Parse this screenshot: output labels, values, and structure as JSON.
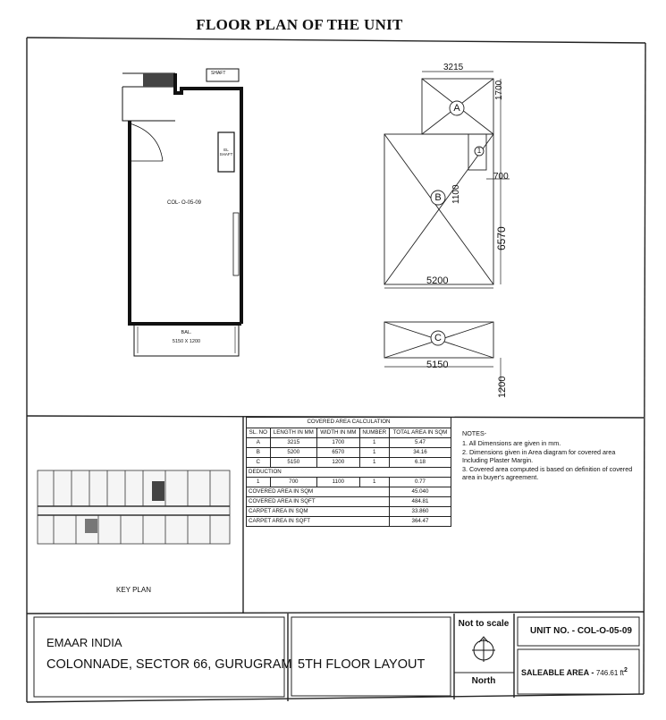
{
  "title": "FLOOR PLAN OF THE UNIT",
  "plan": {
    "unit_label": "COL- O-05-09",
    "shaft_label": "SHAFT",
    "el_shaft_label": "EL SHAFT",
    "balcony_label": "BAL.",
    "balcony_size": "5150 X 1200"
  },
  "area_diagram": {
    "areas": [
      "A",
      "B",
      "C",
      "1"
    ],
    "dims": [
      "3215",
      "1700",
      "700",
      "1100",
      "6570",
      "5200",
      "5150",
      "1200"
    ]
  },
  "calc_table": {
    "title": "COVERED AREA CALCULATION",
    "headers": [
      "SL. NO",
      "LENGTH IN MM",
      "WIDTH IN MM",
      "NUMBER",
      "TOTAL AREA IN SQM"
    ],
    "rows": [
      [
        "A",
        "3215",
        "1700",
        "1",
        "5.47"
      ],
      [
        "B",
        "5200",
        "6570",
        "1",
        "34.16"
      ],
      [
        "C",
        "5150",
        "1200",
        "1",
        "6.18"
      ]
    ],
    "deduction_label": "DEDUCTION",
    "deduction_row": [
      "1",
      "700",
      "1100",
      "1",
      "0.77"
    ],
    "summary": [
      {
        "label": "COVERED AREA IN SQM",
        "value": "45.040"
      },
      {
        "label": "COVERED AREA IN SQFT",
        "value": "484.81"
      },
      {
        "label": "CARPET AREA IN SQM",
        "value": "33.860"
      },
      {
        "label": "CARPET AREA IN SQFT",
        "value": "364.47"
      }
    ]
  },
  "notes": {
    "heading": "NOTES-",
    "items": [
      "1. All Dimensions are given in mm.",
      "2. Dimensions given in Area diagram for covered area Including Plaster Margin.",
      "3. Covered area computed is based on definition of covered area in buyer's agreement."
    ]
  },
  "key_plan_label": "KEY PLAN",
  "footer": {
    "company": "EMAAR INDIA",
    "project": "COLONNADE, SECTOR 66, GURUGRAM",
    "floor": "5TH FLOOR LAYOUT",
    "scale": "Not to scale",
    "north": "North",
    "unit_no": "UNIT NO. - COL-O-05-09",
    "saleable_label": "SALEABLE AREA - ",
    "saleable_value": "746.61 ft",
    "saleable_unit_sup": "2"
  }
}
